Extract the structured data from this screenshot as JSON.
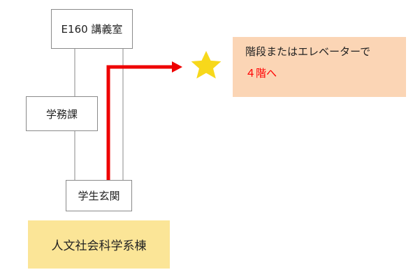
{
  "diagram": {
    "room_label": "E160 講義室",
    "office_label": "学務課",
    "entrance_label": "学生玄関",
    "building_label": "人文社会科学系棟",
    "note_line1": "階段またはエレベーターで",
    "note_line2": "４階へ"
  },
  "colors": {
    "route": "#ee0000",
    "note_bg": "#fbd5b5",
    "note_highlight": "#ff0000",
    "building_bg": "#fbe597",
    "star": "#f7d81b",
    "lines": "#8a8a8a"
  },
  "icons": {
    "destination": "star-icon"
  }
}
